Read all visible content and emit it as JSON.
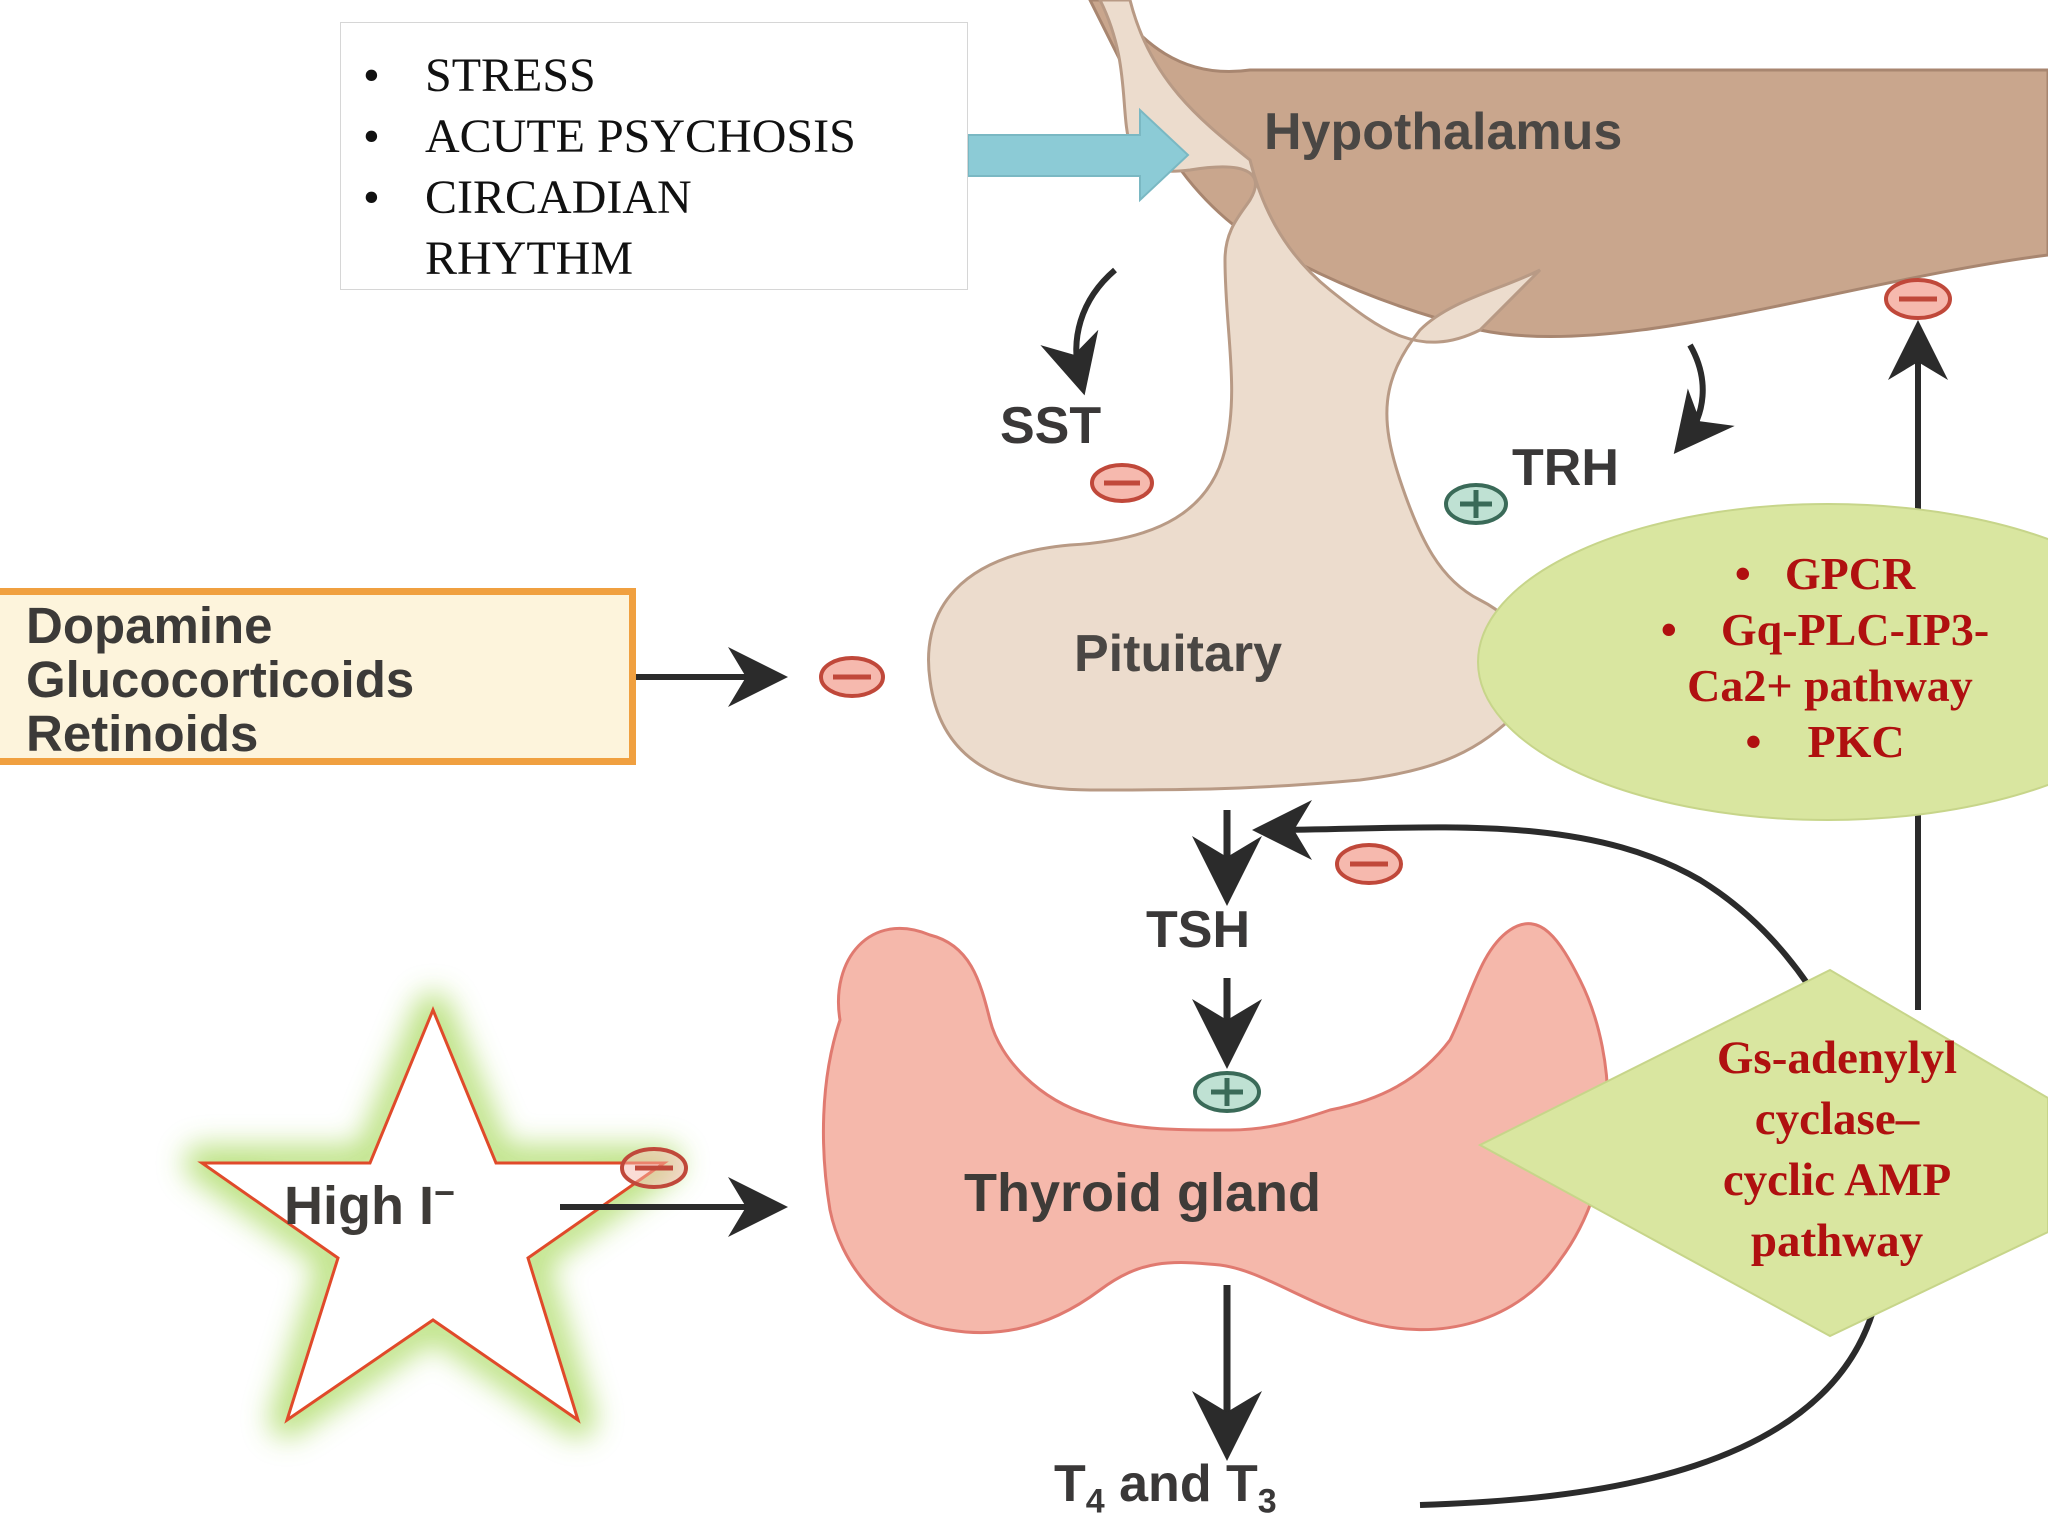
{
  "stimuli": {
    "items": [
      "STRESS",
      "ACUTE PSYCHOSIS",
      "CIRCADIAN RHYTHM"
    ]
  },
  "organs": {
    "hypothalamus": "Hypothalamus",
    "pituitary": "Pituitary",
    "thyroid": "Thyroid gland"
  },
  "hormones": {
    "sst": "SST",
    "trh": "TRH",
    "tsh": "TSH",
    "t4t3_prefix": "T",
    "t4_sub": "4",
    "t4t3_middle": " and T",
    "t3_sub": "3"
  },
  "pituitary_inhibitors": {
    "items": [
      "Dopamine",
      "Glucocorticoids",
      "Retinoids"
    ]
  },
  "iodide_label": {
    "text": "High I",
    "superscript": "−"
  },
  "trh_pathway": {
    "items": [
      "GPCR",
      "Gq-PLC-IP3-Ca2+ pathway",
      "PKC"
    ],
    "line1": "GPCR",
    "line2a": "Gq-PLC-IP3-",
    "line2b": "Ca2+ pathway",
    "line3": "PKC",
    "bullet": "•"
  },
  "tsh_pathway": {
    "lines": [
      "Gs-adenylyl",
      "cyclase–",
      "cyclic AMP",
      "pathway"
    ]
  },
  "signs": {
    "minus": "−",
    "plus": "+"
  },
  "colors": {
    "hypothalamus_fill": "#c9a68d",
    "pituitary_fill": "#ecdccd",
    "thyroid_fill": "#f5b8ab",
    "thyroid_outline": "#e07a70",
    "inhibitor_sign_fill": "#f6b9ae",
    "stimulator_sign_fill": "#bfe1d3",
    "pathway_text": "#b01010",
    "ellipse_fill": "#d9e6a0",
    "arrow_input": "#8ccbd6",
    "star_glow": "#b8e07a",
    "star_stroke": "#e04a2a",
    "inhibitor_box_border": "#f0a040"
  }
}
